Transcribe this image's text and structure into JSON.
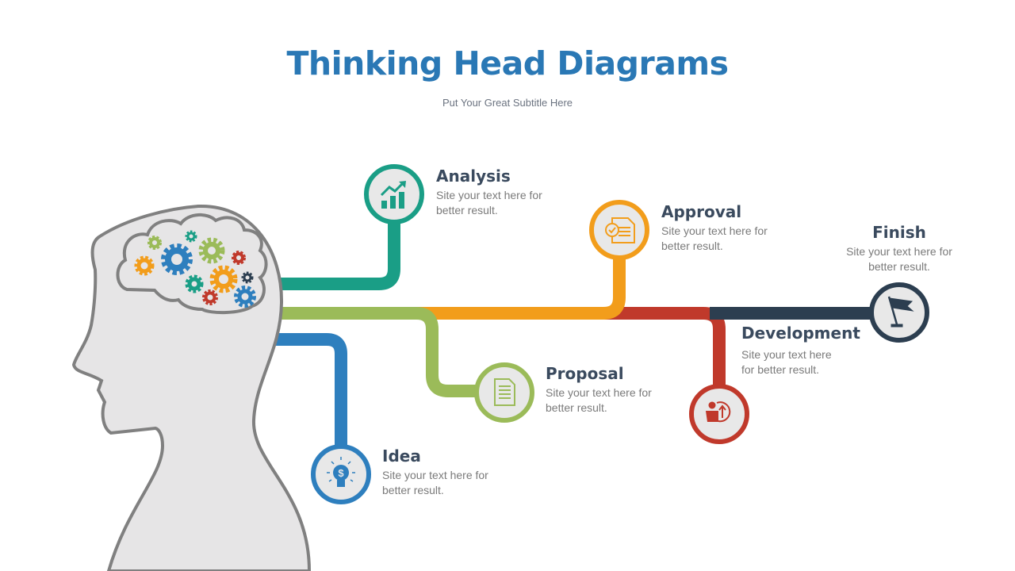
{
  "header": {
    "title": "Thinking Head Diagrams",
    "subtitle": "Put Your Great Subtitle Here"
  },
  "colors": {
    "title": "#2a78b5",
    "teal": "#1a9e86",
    "green": "#9bbb59",
    "blue": "#2e7fbe",
    "orange": "#f29d1b",
    "red": "#c0392b",
    "navy": "#2c3e50",
    "head_fill": "#e6e5e6",
    "head_stroke": "#808080"
  },
  "steps": [
    {
      "title": "Analysis",
      "body1": "Site your text here for",
      "body2": "better result.",
      "icon": "chart-growth-icon"
    },
    {
      "title": "Approval",
      "body1": "Site your text here for",
      "body2": "better result.",
      "icon": "document-check-icon"
    },
    {
      "title": "Finish",
      "body1": "Site your text here for",
      "body2": "better result.",
      "icon": "flag-icon"
    },
    {
      "title": "Development",
      "body1": "Site your text here",
      "body2": "for better result.",
      "icon": "person-growth-icon"
    },
    {
      "title": "Proposal",
      "body1": "Site your text here for",
      "body2": "better result.",
      "icon": "document-icon"
    },
    {
      "title": "Idea",
      "body1": "Site your text here for",
      "body2": "better result.",
      "icon": "lightbulb-dollar-icon"
    }
  ]
}
